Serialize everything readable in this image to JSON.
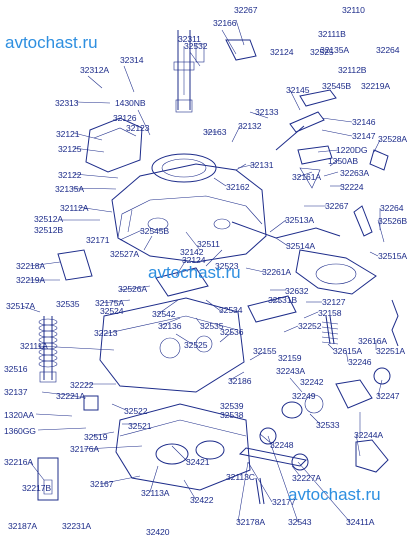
{
  "watermark": "avtochast.ru",
  "colors": {
    "label": "#1d2c8a",
    "line": "#1d2c8a",
    "watermark": "#2e8fe0"
  },
  "labels": [
    "32267",
    "32166",
    "32110",
    "32111B",
    "32135A",
    "32264",
    "32311",
    "32532",
    "32314",
    "32124",
    "32525",
    "32312A",
    "32112B",
    "32545B",
    "32219A",
    "32313",
    "1430NB",
    "32145",
    "32126",
    "32123",
    "32133",
    "32146",
    "32121",
    "32132",
    "32147",
    "32528A",
    "32163",
    "1220DG",
    "32125",
    "1350AB",
    "32122",
    "32131",
    "32263A",
    "32161A",
    "32135A",
    "32162",
    "32224",
    "32112A",
    "32267",
    "32264",
    "32513A",
    "32526B",
    "32512A",
    "32512B",
    "32171",
    "32545B",
    "32527A",
    "32511",
    "32514A",
    "32515A",
    "32142",
    "32124",
    "32218A",
    "32219A",
    "32523",
    "32261A",
    "32526A",
    "32632",
    "32517A",
    "32175A",
    "32531B",
    "32127",
    "32535",
    "32524",
    "32542",
    "32534",
    "32158",
    "32213",
    "32136",
    "32535",
    "32616A",
    "32111A",
    "32536",
    "32252",
    "32615A",
    "32251A",
    "32525",
    "32246",
    "32155",
    "32159",
    "32516",
    "32243A",
    "32242",
    "32247",
    "32222",
    "32186",
    "32137",
    "32221A",
    "32249",
    "32522",
    "32539",
    "1320AA",
    "32538",
    "32533",
    "1360GG",
    "32519",
    "32521",
    "32244A",
    "32176A",
    "32248",
    "32216A",
    "32421",
    "32227A",
    "32113C",
    "32167",
    "32113A",
    "32217B",
    "32422",
    "32177",
    "32187A",
    "32231A",
    "32420",
    "32178A",
    "32543",
    "32411A"
  ]
}
